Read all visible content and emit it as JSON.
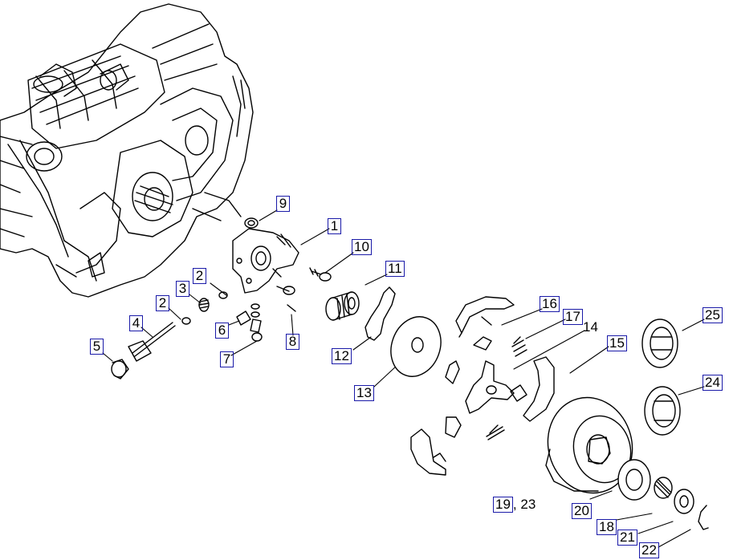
{
  "callouts": {
    "c1": "1",
    "c2a": "2",
    "c2b": "2",
    "c3": "3",
    "c4": "4",
    "c5": "5",
    "c6": "6",
    "c7": "7",
    "c8": "8",
    "c9": "9",
    "c10": "10",
    "c11": "11",
    "c12": "12",
    "c13": "13",
    "c14": "14",
    "c15": "15",
    "c16": "16",
    "c17": "17",
    "c18": "18",
    "c19": "19",
    "c19_extra": ", 23",
    "c20": "20",
    "c21": "21",
    "c22": "22",
    "c24": "24",
    "c25": "25"
  },
  "colors": {
    "callout_border": "#1a1aa8",
    "line": "#000000"
  }
}
